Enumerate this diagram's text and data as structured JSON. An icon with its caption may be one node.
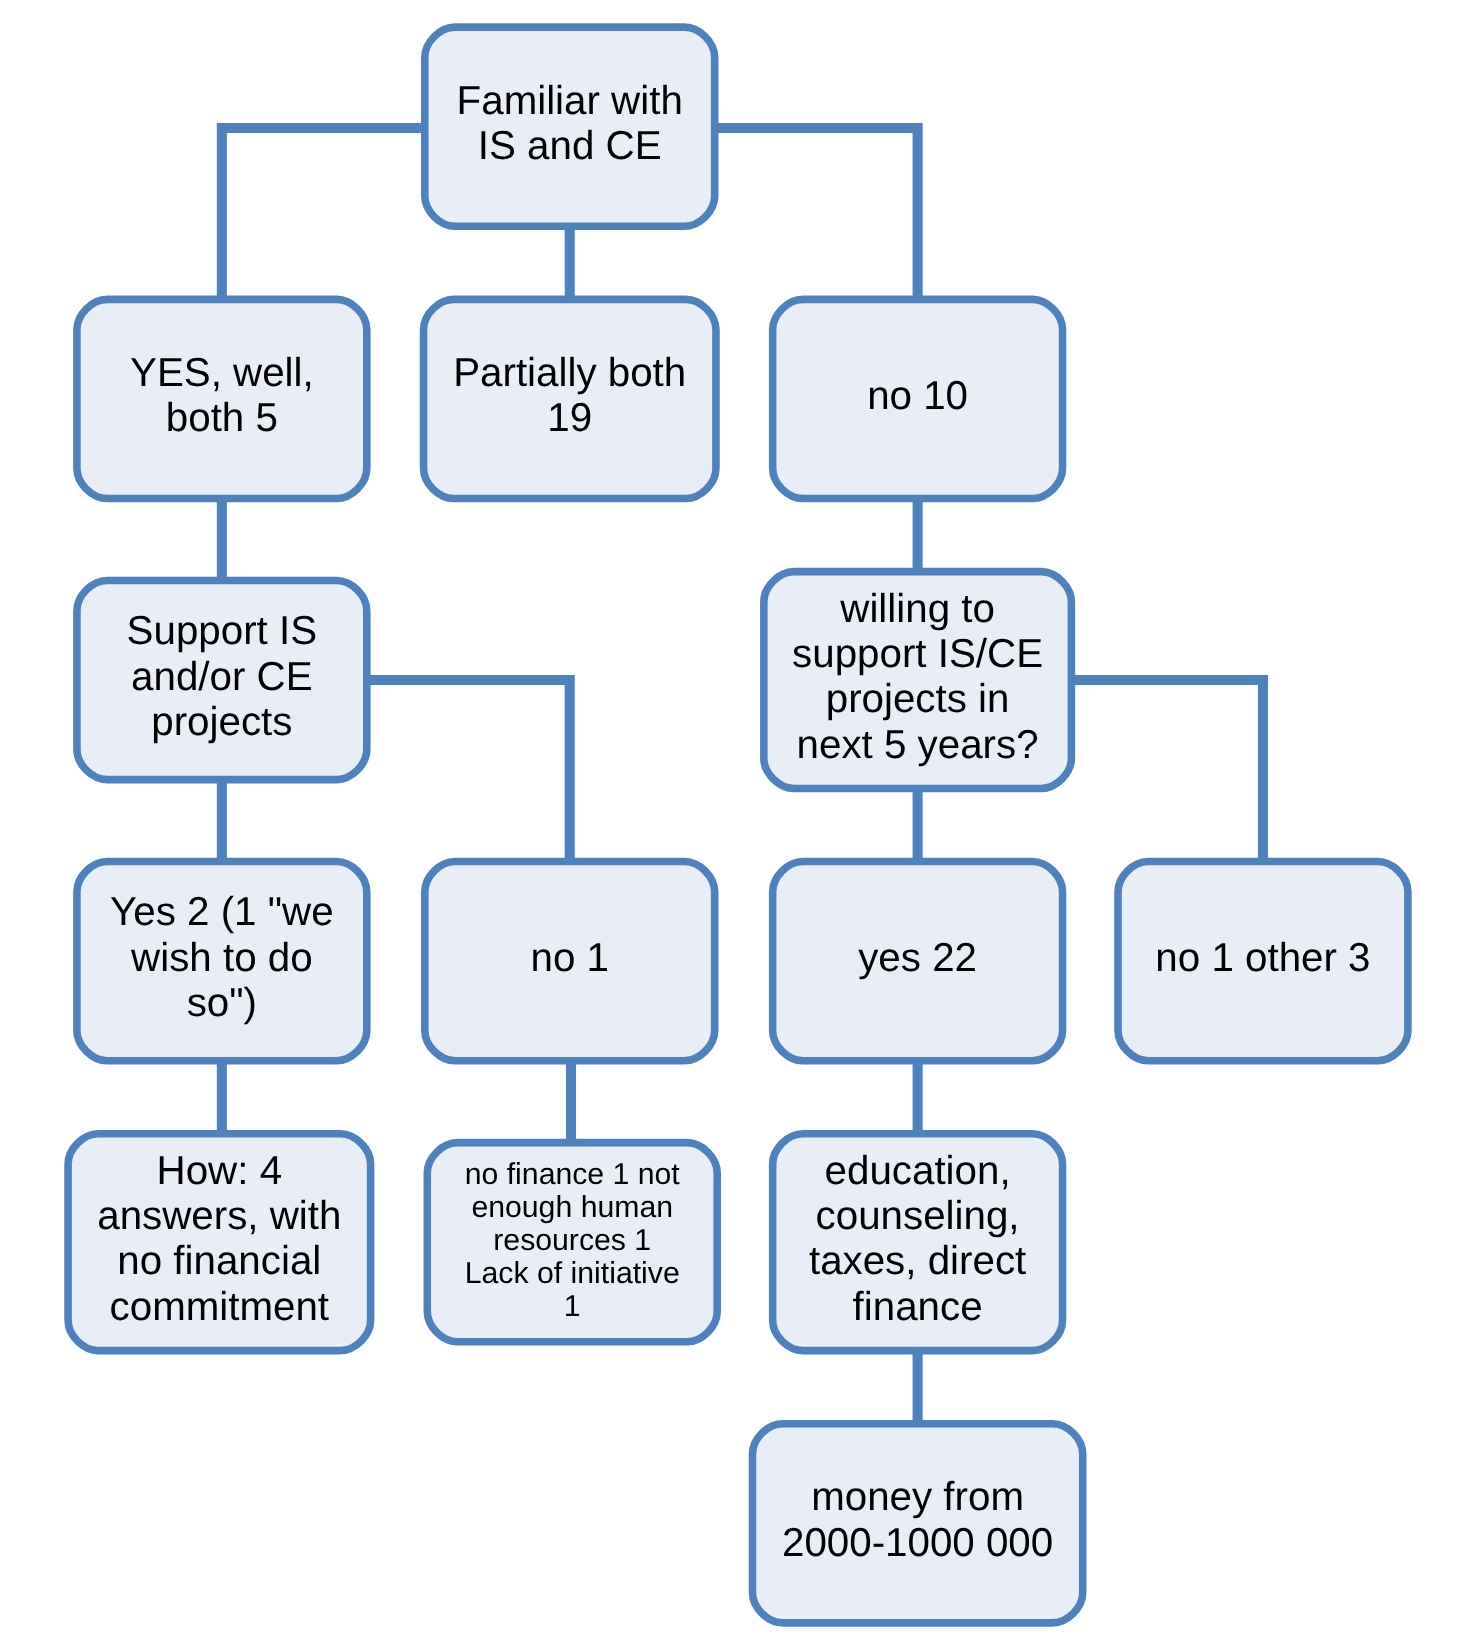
{
  "diagram": {
    "nodes": [
      {
        "text": [
          "Familiar with IS and CE"
        ]
      },
      {
        "text": [
          "YES, well, both 5"
        ]
      },
      {
        "text": [
          "Partially both 19"
        ]
      },
      {
        "text": [
          "no 10"
        ]
      },
      {
        "text": [
          "Support IS and/or CE projects"
        ]
      },
      {
        "text": [
          "willing to support IS/CE projects in next 5 years?"
        ]
      },
      {
        "text": [
          "Yes 2 (1 \"we wish to do so\")"
        ]
      },
      {
        "text": [
          "no 1"
        ]
      },
      {
        "text": [
          "yes 22"
        ]
      },
      {
        "text": [
          "no 1 other 3"
        ]
      },
      {
        "text": [
          "How: 4 answers, with no financial commitment"
        ]
      },
      {
        "text": [
          "no finance 1 not enough human resources 1",
          "Lack of initiative 1"
        ]
      },
      {
        "text": [
          "education, counseling, taxes, direct finance"
        ]
      },
      {
        "text": [
          "money from 2000-1000 000"
        ]
      }
    ],
    "edges": [
      {
        "from": 0,
        "to": 1,
        "arrow": "none"
      },
      {
        "from": 0,
        "to": 2,
        "arrow": "none"
      },
      {
        "from": 0,
        "to": 3,
        "arrow": "none"
      },
      {
        "from": 1,
        "to": 4,
        "arrow": "none"
      },
      {
        "from": 3,
        "to": 5,
        "arrow": "none"
      },
      {
        "from": 4,
        "to": 6,
        "arrow": "none"
      },
      {
        "from": 4,
        "to": 7,
        "arrow": "none"
      },
      {
        "from": 5,
        "to": 8,
        "arrow": "none"
      },
      {
        "from": 5,
        "to": 9,
        "arrow": "none"
      },
      {
        "from": 6,
        "to": 10,
        "arrow": "none"
      },
      {
        "from": 7,
        "to": 11,
        "arrow": "none"
      },
      {
        "from": 8,
        "to": 12,
        "arrow": "none"
      },
      {
        "from": 12,
        "to": 13,
        "arrow": "none"
      }
    ]
  }
}
